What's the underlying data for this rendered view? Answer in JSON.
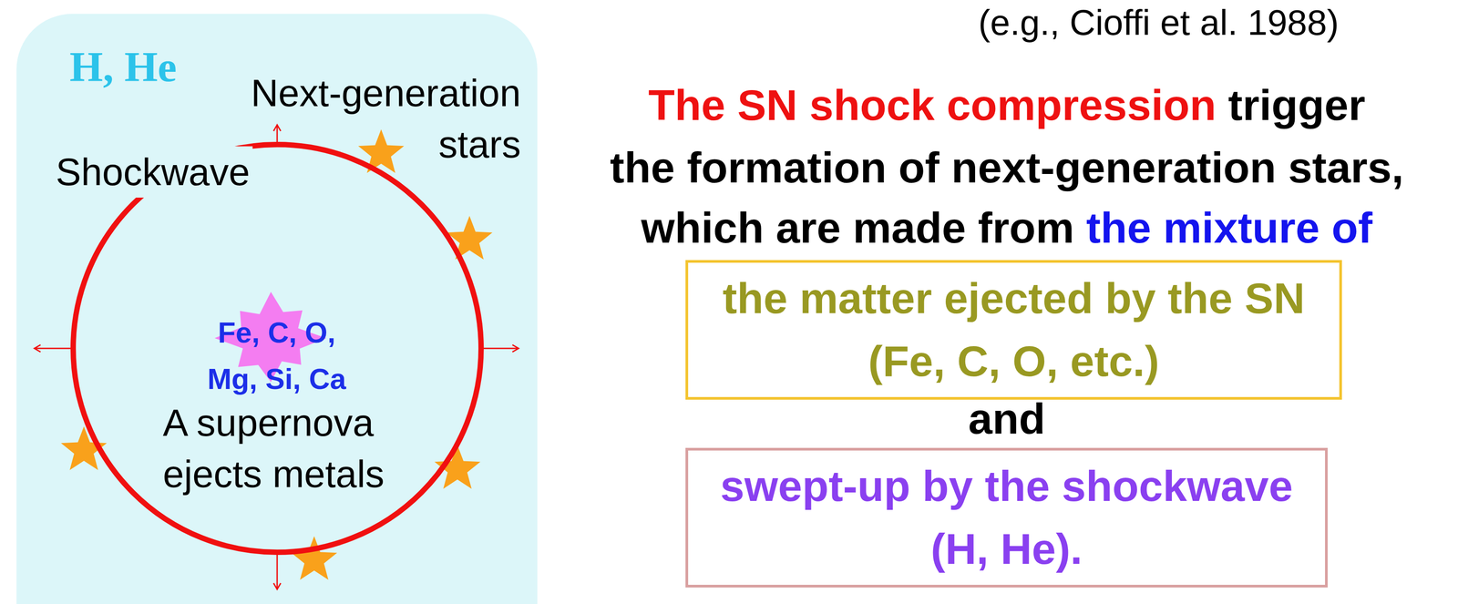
{
  "diagram": {
    "nodes": [
      {
        "text": [
          "H, He"
        ]
      },
      {
        "text": [
          "Shockwave"
        ],
        "in": 0
      },
      {
        "text": [
          "Fe, C, O, Mg, Si, Ca"
        ],
        "in": 1
      },
      {
        "text": [
          "the matter ejected by the SN (Fe, C, O, etc.)"
        ]
      },
      {
        "text": [
          "swept-up by the shockwave (H, He)."
        ]
      }
    ],
    "labels": [
      "(e.g., Cioffi et al. 1988)",
      "Next-generation stars",
      "A supernova ejects metals",
      "The SN shock compression",
      "trigger",
      "the formation of next-generation stars,",
      "which are made from",
      "the mixture of",
      "and"
    ]
  }
}
